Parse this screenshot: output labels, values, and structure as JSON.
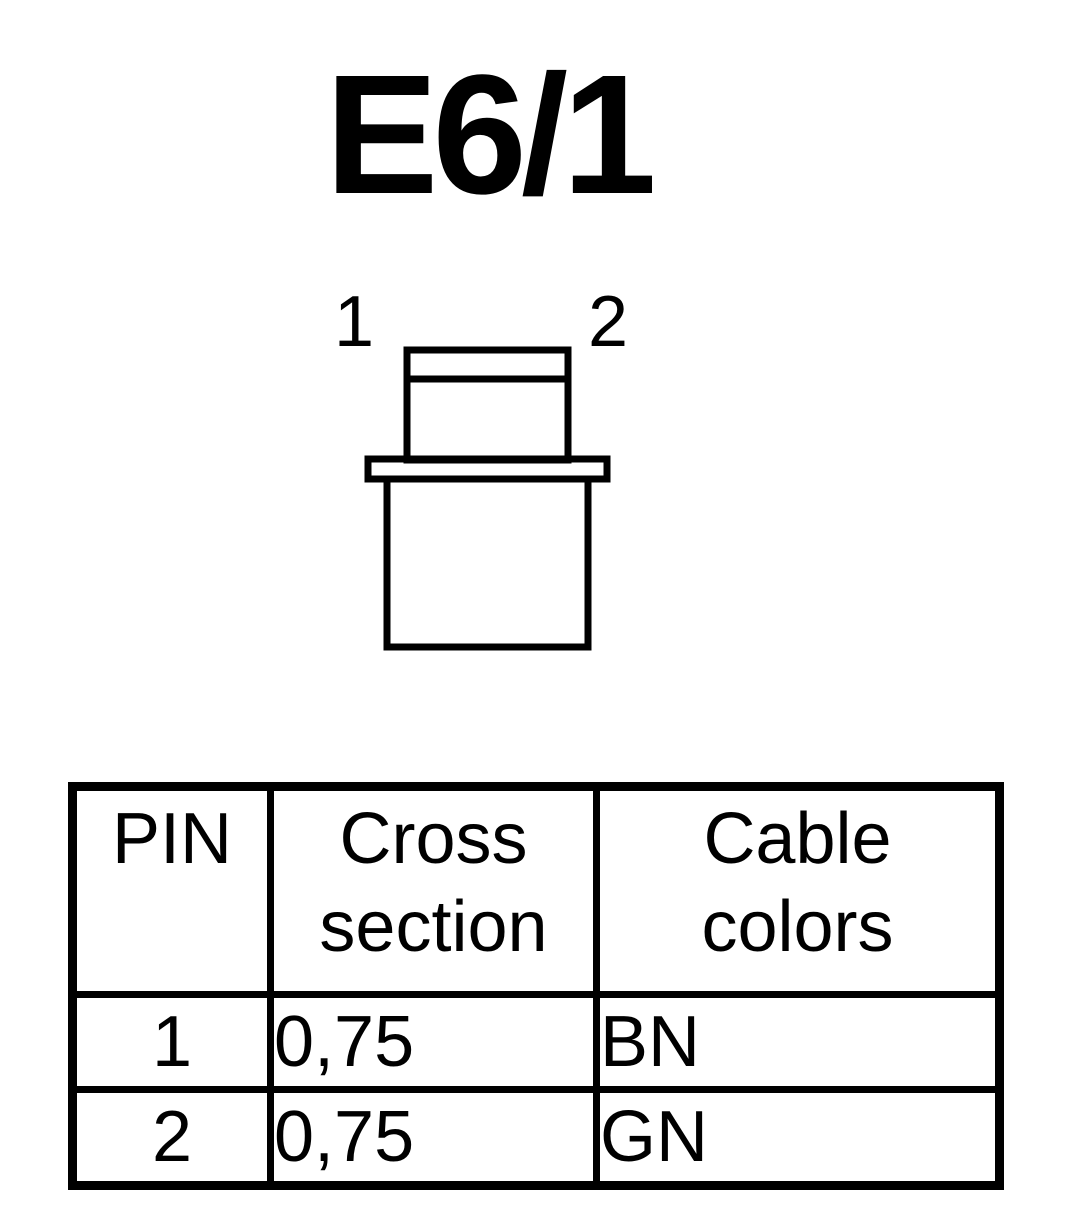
{
  "title": "E6/1",
  "connector": {
    "pin_labels": [
      "1",
      "2"
    ]
  },
  "table": {
    "headers": {
      "pin": "PIN",
      "cross_section": [
        "Cross",
        "section"
      ],
      "cable_colors": [
        "Cable",
        "colors"
      ]
    },
    "rows": [
      {
        "pin": "1",
        "cross_section": "0,75",
        "color": "BN"
      },
      {
        "pin": "2",
        "cross_section": "0,75",
        "color": "GN"
      }
    ]
  }
}
